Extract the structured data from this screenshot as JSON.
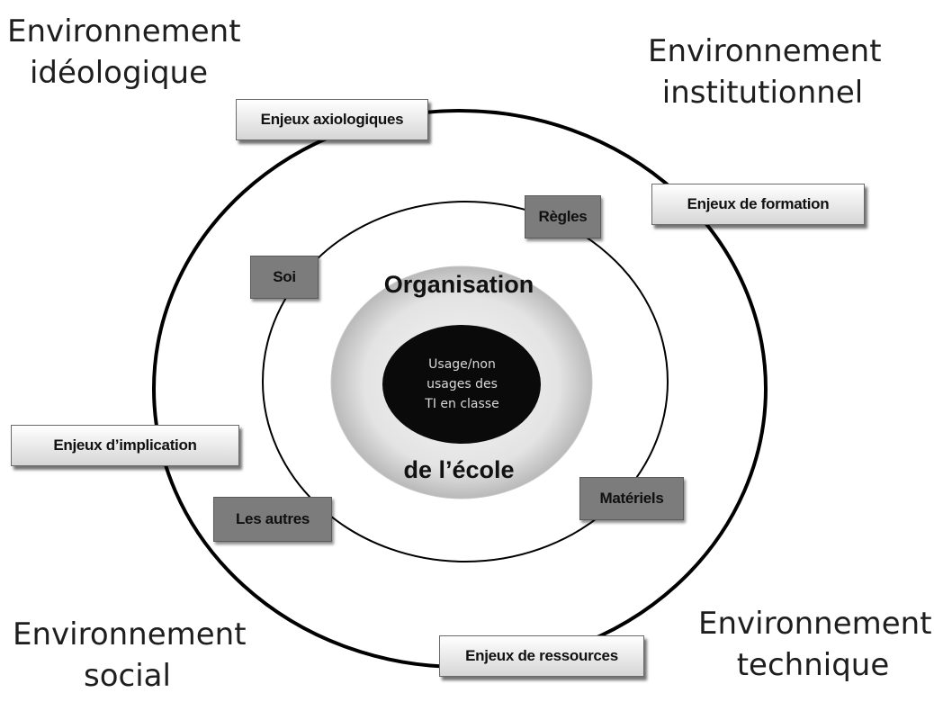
{
  "environments": {
    "ideologique": [
      "Environnement",
      "idéologique"
    ],
    "institutionnel": [
      "Environnement",
      "institutionnel"
    ],
    "social": [
      "Environnement",
      "social"
    ],
    "technique": [
      "Environnement",
      "technique"
    ]
  },
  "outer_labels": {
    "axiologiques": "Enjeux axiologiques",
    "formation": "Enjeux  de formation",
    "implication": "Enjeux  d’implication",
    "ressources": "Enjeux de ressources"
  },
  "inner_labels": {
    "regles": "Règles",
    "soi": "Soi",
    "materiels": "Matériels",
    "autres": "Les autres"
  },
  "center": {
    "title_top": "Organisation",
    "title_bottom": "de l’école",
    "core_lines": [
      "Usage/non",
      "usages des",
      "TI en classe"
    ]
  },
  "colors": {
    "outer_ring": "#000000",
    "inner_ring": "#000000",
    "center_disc": "#e6e6e6",
    "core": "#0a0a0a",
    "dark_box": "#7c7c7c"
  }
}
